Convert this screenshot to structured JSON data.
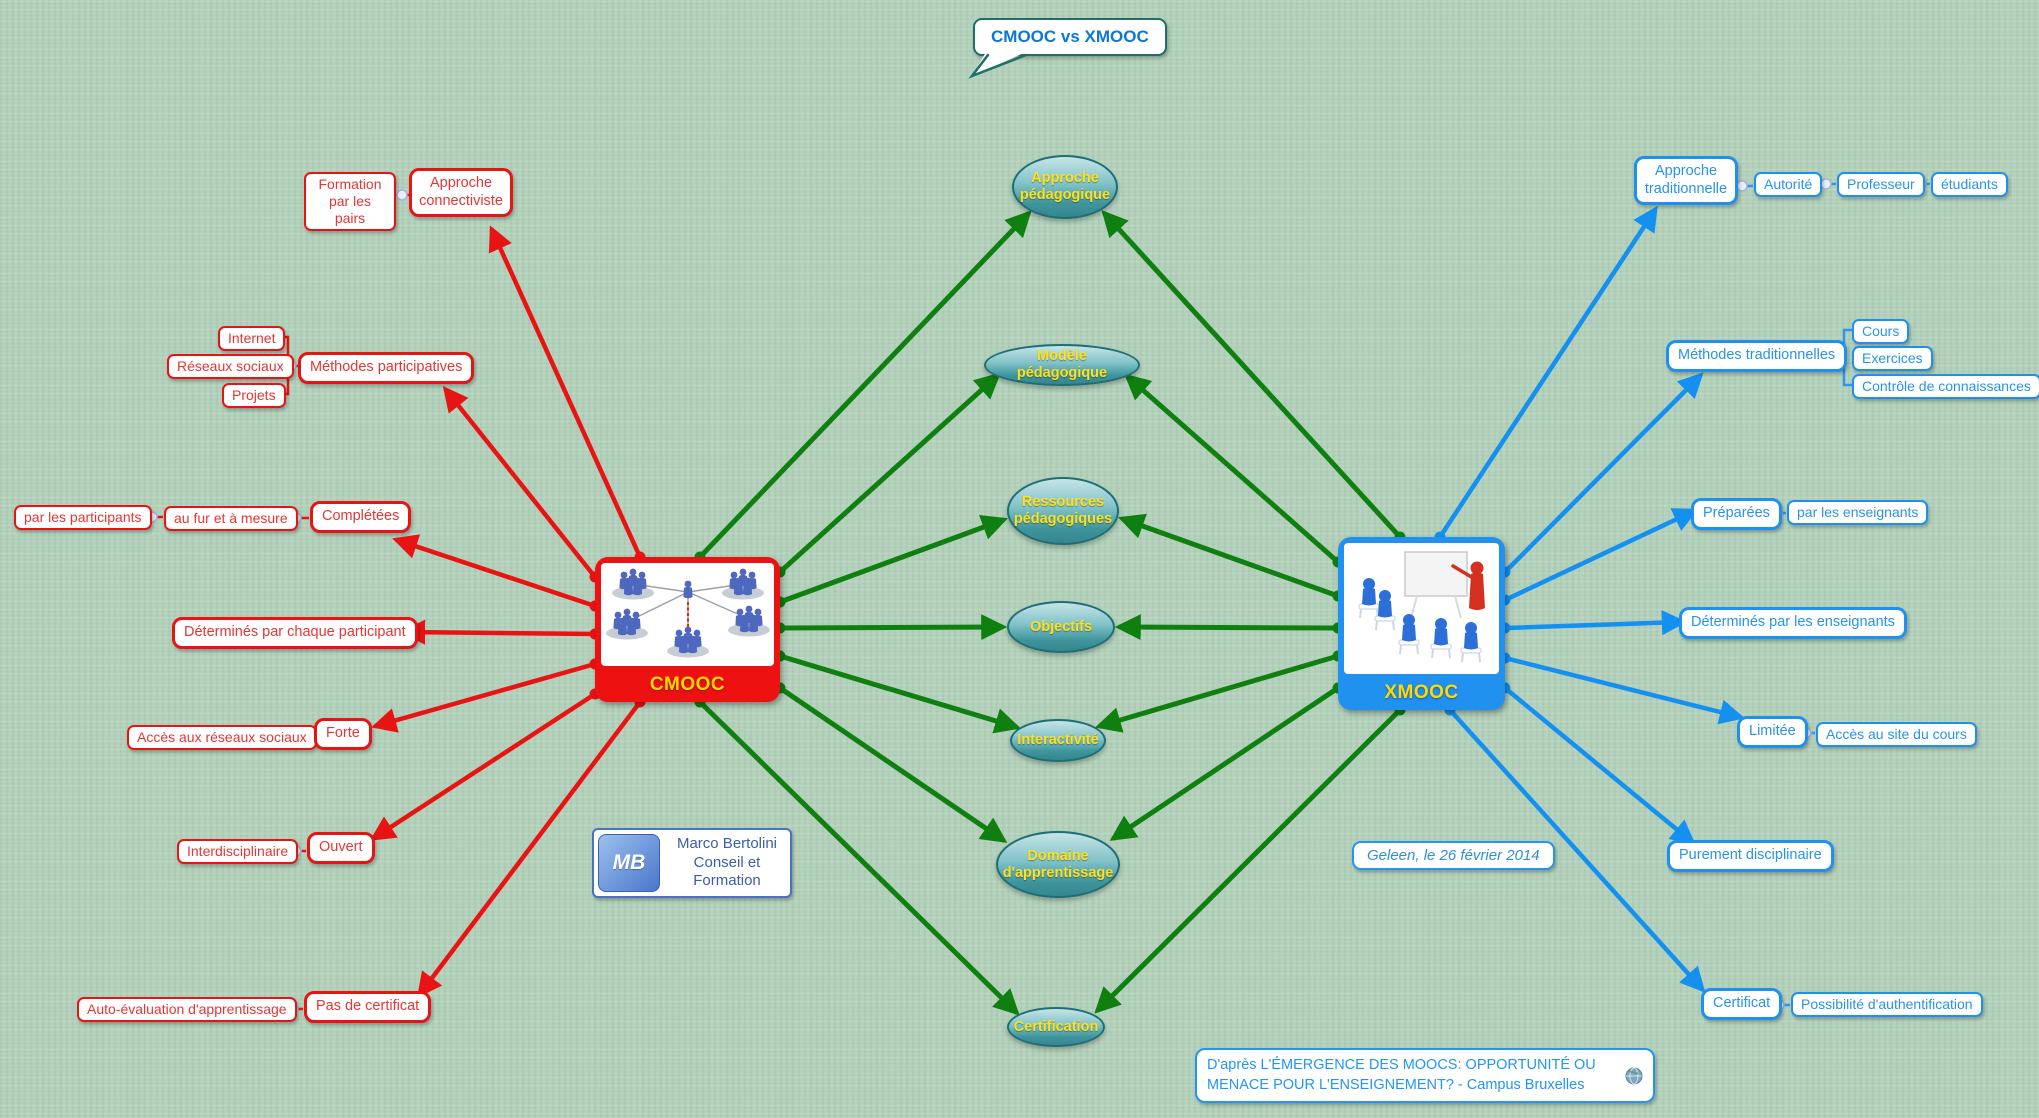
{
  "title": "CMOOC vs XMOOC",
  "colors": {
    "red_branch": "#e81414",
    "blue_branch": "#1e90f0",
    "green_arrow": "#0f8010",
    "ellipse_border": "#1e6e76",
    "ellipse_text": "#ffe11a",
    "background": "#b2d0ba"
  },
  "center": {
    "topics": [
      "Approche pédagogique",
      "Modèle pédagogique",
      "Ressources pédagogiques",
      "Objectifs",
      "Interactivité",
      "Domaine d'apprentissage",
      "Certification"
    ]
  },
  "cmooc": {
    "label": "CMOOC",
    "image": "network-of-people-groups-clipart",
    "branches": {
      "approche_connectiviste": "Approche connectiviste",
      "formation_par_les_pairs": "Formation par les pairs",
      "methodes_participatives": "Méthodes participatives",
      "internet": "Internet",
      "reseaux_sociaux": "Réseaux sociaux",
      "projets": "Projets",
      "completees": "Complétées",
      "au_fur_et_a_mesure": "au fur et à mesure",
      "par_les_participants": "par les participants",
      "determines": "Déterminés par chaque participant",
      "forte": "Forte",
      "acces_reseaux": "Accès aux réseaux sociaux",
      "ouvert": "Ouvert",
      "interdisciplinaire": "Interdisciplinaire",
      "pas_de_certificat": "Pas de certificat",
      "auto_evaluation": "Auto-évaluation d'apprentissage"
    }
  },
  "xmooc": {
    "label": "XMOOC",
    "image": "classroom-teacher-clipart",
    "branches": {
      "approche_traditionnelle": "Approche traditionnelle",
      "autorite": "Autorité",
      "professeur": "Professeur",
      "etudiants": "étudiants",
      "methodes_traditionnelles": "Méthodes traditionnelles",
      "cours": "Cours",
      "exercices": "Exercices",
      "controle": "Contrôle de connaissances",
      "preparees": "Préparées",
      "par_les_enseignants": "par les enseignants",
      "determines": "Déterminés par les enseignants",
      "limitee": "Limitée",
      "acces_site": "Accès au site du cours",
      "purement": "Purement disciplinaire",
      "certificat": "Certificat",
      "possibilite": "Possibilité d'authentification"
    }
  },
  "logo": {
    "initials": "MB",
    "line1": "Marco Bertolini",
    "line2": "Conseil et",
    "line3": "Formation"
  },
  "date_note": "Geleen, le 26 février 2014",
  "attribution": "D'après L'ÉMERGENCE DES MOOCS: OPPORTUNITÉ OU MENACE POUR L'ENSEIGNEMENT? - Campus Bruxelles"
}
